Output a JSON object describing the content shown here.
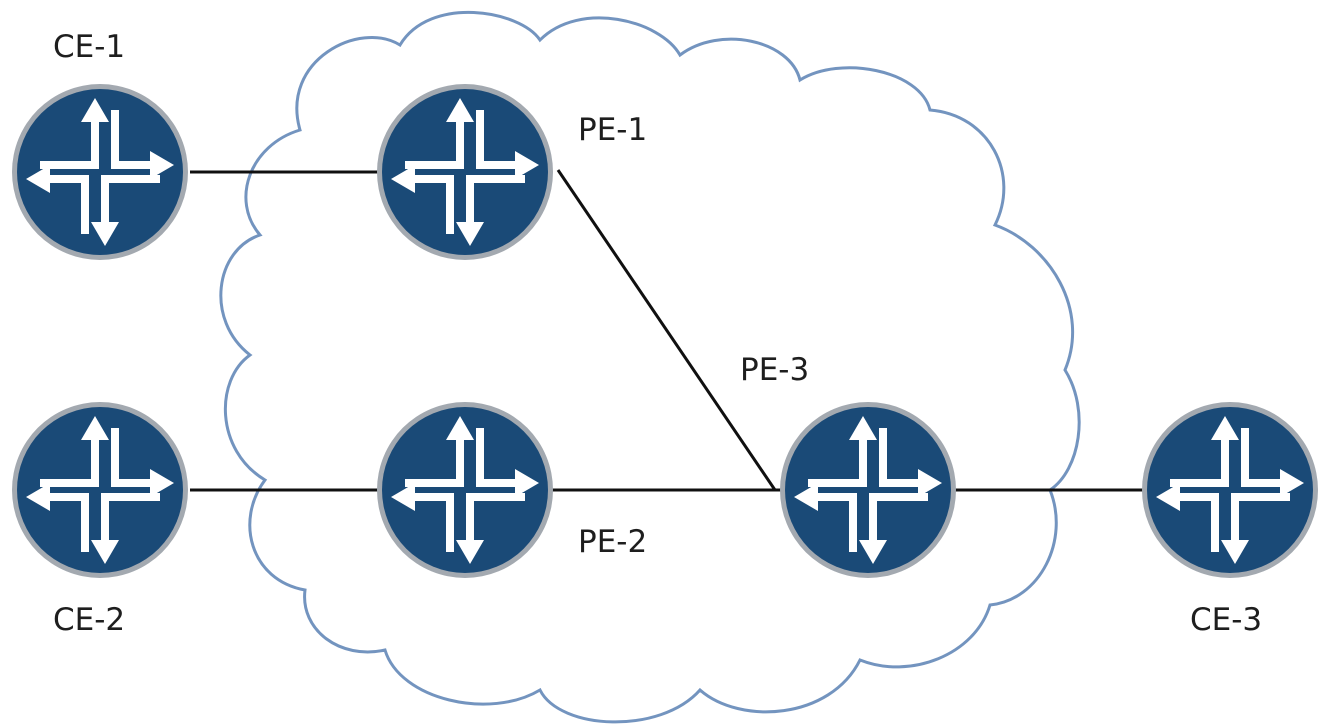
{
  "diagram": {
    "colors": {
      "router_fill": "#1a4a77",
      "router_ring": "#a3a9b0",
      "arrow": "#ffffff",
      "cloud_stroke": "#7394bf",
      "link": "#101010",
      "label": "#1e1e1e"
    },
    "icon": "router-icon",
    "nodes": [
      {
        "id": "ce1",
        "label": "CE-1"
      },
      {
        "id": "pe1",
        "label": "PE-1"
      },
      {
        "id": "ce2",
        "label": "CE-2"
      },
      {
        "id": "pe2",
        "label": "PE-2"
      },
      {
        "id": "pe3",
        "label": "PE-3"
      },
      {
        "id": "ce3",
        "label": "CE-3"
      }
    ],
    "links": [
      {
        "from": "ce1",
        "to": "pe1"
      },
      {
        "from": "pe1",
        "to": "pe3"
      },
      {
        "from": "ce2",
        "to": "pe2"
      },
      {
        "from": "pe2",
        "to": "pe3"
      },
      {
        "from": "pe3",
        "to": "ce3"
      }
    ]
  }
}
